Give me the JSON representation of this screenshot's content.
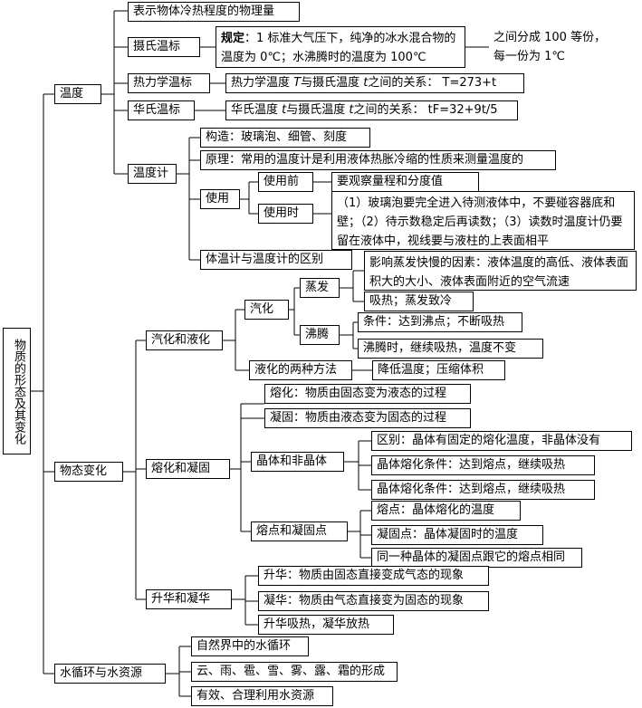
{
  "root": "物质的形态及其变化",
  "temperature": {
    "label": "温度",
    "definition": "表示物体冷热程度的物理量",
    "celsius": {
      "label": "摄氏温标",
      "rule_bold": "规定",
      "rule_text": "：1 标准大气压下，纯净的冰水混合物的温度为 0℃；水沸腾时的温度为 100℃",
      "note": "之间分成 100 等份，每一份为 1℃"
    },
    "thermodynamic": {
      "label": "热力学温标",
      "relation_prefix": "热力学温度 ",
      "T": "T",
      "relation_mid": "与摄氏温度 ",
      "t": "t",
      "relation_suffix": "之间的关系：",
      "formula": "T=273+t"
    },
    "fahrenheit": {
      "label": "华氏温标",
      "relation_prefix": "华氏温度 ",
      "tF": "t",
      "relation_mid": "与摄氏温度 ",
      "t": "t",
      "relation_suffix": "之间的关系：",
      "formula": "tF=32+9t/5"
    },
    "thermometer": {
      "label": "温度计",
      "structure": "构造：玻璃泡、细管、刻度",
      "principle": "原理：常用的温度计是利用液体热胀冷缩的性质来测量温度的",
      "usage": {
        "label": "使用",
        "before_label": "使用前",
        "before_text": "要观察量程和分度值",
        "during_label": "使用时",
        "during_text": "（1）玻璃泡要完全进入待测液体中，不要碰容器底和壁；（2）待示数稳定后再读数；（3）读数时温度计仍要留在液体中，视线要与液柱的上表面相平"
      },
      "difference": "体温计与温度计的区别"
    }
  },
  "state_change": {
    "label": "物态变化",
    "vaporization": {
      "label": "汽化和液化",
      "vap": "汽化",
      "evaporation": {
        "label": "蒸发",
        "factors": "影响蒸发快慢的因素：液体温度的高低、液体表面积大的大小、液体表面附近的空气流速",
        "effect": "吸热；蒸发致冷"
      },
      "boiling": {
        "label": "沸腾",
        "condition": "条件：达到沸点；不断吸热",
        "feature": "沸腾时，继续吸热，温度不变"
      },
      "liquefaction_methods": {
        "label": "液化的两种方法",
        "text": "降低温度；压缩体积"
      }
    },
    "melting": {
      "label": "熔化和凝固",
      "melt": "熔化：物质由固态变为液态的过程",
      "solidify": "凝固：物质由液态变为固态的过程",
      "crystal": {
        "label": "晶体和非晶体",
        "difference": "区别：晶体有固定的熔化温度，非晶体没有",
        "cond1": "晶体熔化条件：达到熔点，继续吸热",
        "cond2": "晶体熔化条件：达到熔点，继续吸热"
      },
      "points": {
        "label": "熔点和凝固点",
        "melting_point": "熔点：晶体熔化的温度",
        "freezing_point": "凝固点：晶体凝固时的温度",
        "same": "同一种晶体的凝固点跟它的熔点相同"
      }
    },
    "sublimation": {
      "label": "升华和凝华",
      "sub": "升华：物质由固态直接变成气态的现象",
      "dep": "凝华：物质由气态直接变为固态的现象",
      "heat": "升华吸热，凝华放热"
    }
  },
  "water": {
    "label": "水循环与水资源",
    "cycle": "自然界中的水循环",
    "forms": "云、雨、雹、雪、雾、露、霜的形成",
    "use": "有效、合理利用水资源"
  }
}
